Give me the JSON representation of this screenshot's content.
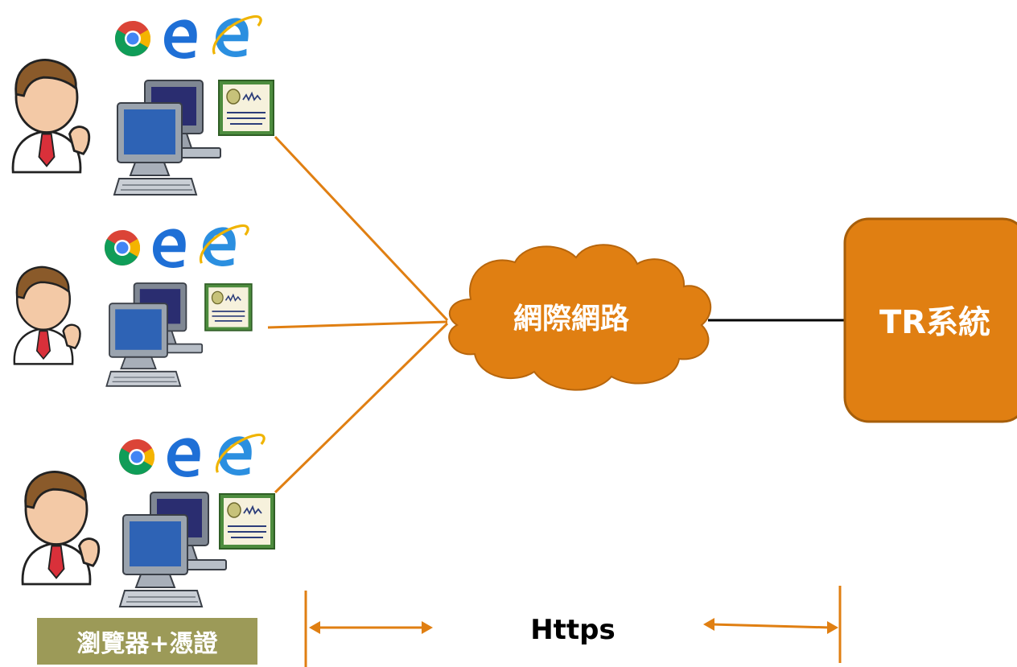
{
  "network": {
    "label": "網際網路",
    "fill": "#E07F12"
  },
  "server": {
    "label": "TR系統",
    "fill": "#E07F12",
    "stroke": "#A65E0A"
  },
  "footer": {
    "client_label": "瀏覽器+憑證",
    "client_label_bg": "#9C9A58",
    "protocol_label": "Https"
  },
  "clients": [
    {
      "browsers": [
        "chrome-icon",
        "edge-icon",
        "ie-icon"
      ],
      "has_certificate": true
    },
    {
      "browsers": [
        "chrome-icon",
        "edge-icon",
        "ie-icon"
      ],
      "has_certificate": true
    },
    {
      "browsers": [
        "chrome-icon",
        "edge-icon",
        "ie-icon"
      ],
      "has_certificate": true
    }
  ],
  "colors": {
    "connector": "#E07F12",
    "link_to_server": "#000000",
    "edge_blue": "#1E6FD6",
    "ie_blue": "#2B8FE0",
    "ie_ring": "#F0B400"
  }
}
